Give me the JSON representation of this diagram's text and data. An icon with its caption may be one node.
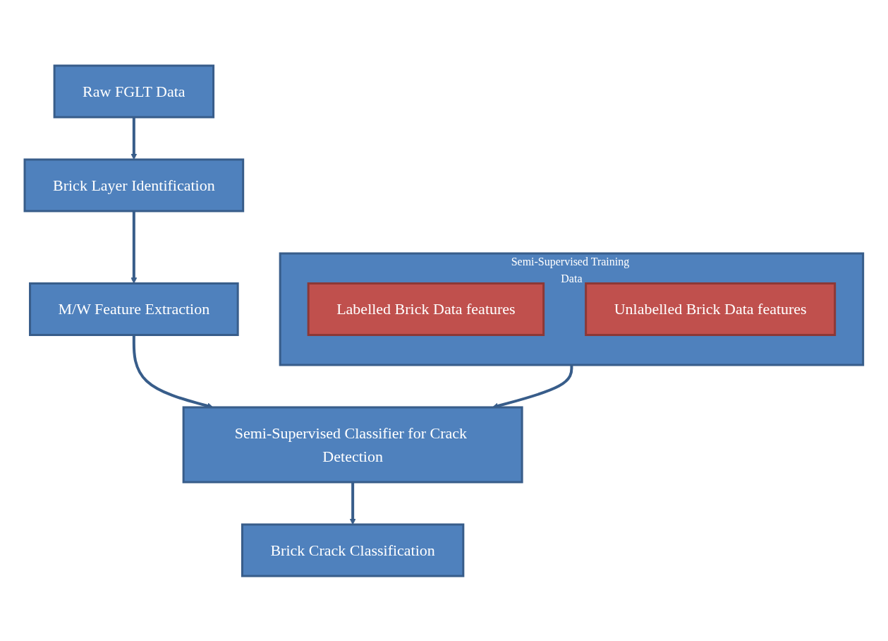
{
  "diagram": {
    "nodes": [
      {
        "text": [
          "Raw FGLT Data"
        ]
      },
      {
        "text": [
          "Brick Layer Identification"
        ]
      },
      {
        "text": [
          "M/W Feature Extraction"
        ]
      },
      {
        "text": [
          "Semi-Supervised Training Data"
        ]
      },
      {
        "text": [
          "Labelled Brick Data features"
        ],
        "in": 3
      },
      {
        "text": [
          "Unlabelled Brick Data features"
        ],
        "in": 3
      },
      {
        "text": [
          "Semi-Supervised Classifier for Crack Detection"
        ]
      },
      {
        "text": [
          "Brick Crack Classification"
        ]
      }
    ],
    "edges": [
      {
        "from": 0,
        "to": 1,
        "arrow": "to"
      },
      {
        "from": 1,
        "to": 2,
        "arrow": "to"
      },
      {
        "from": 2,
        "to": 6,
        "arrow": "to"
      },
      {
        "from": 3,
        "to": 6,
        "arrow": "to"
      },
      {
        "from": 6,
        "to": 7,
        "arrow": "to"
      }
    ]
  }
}
